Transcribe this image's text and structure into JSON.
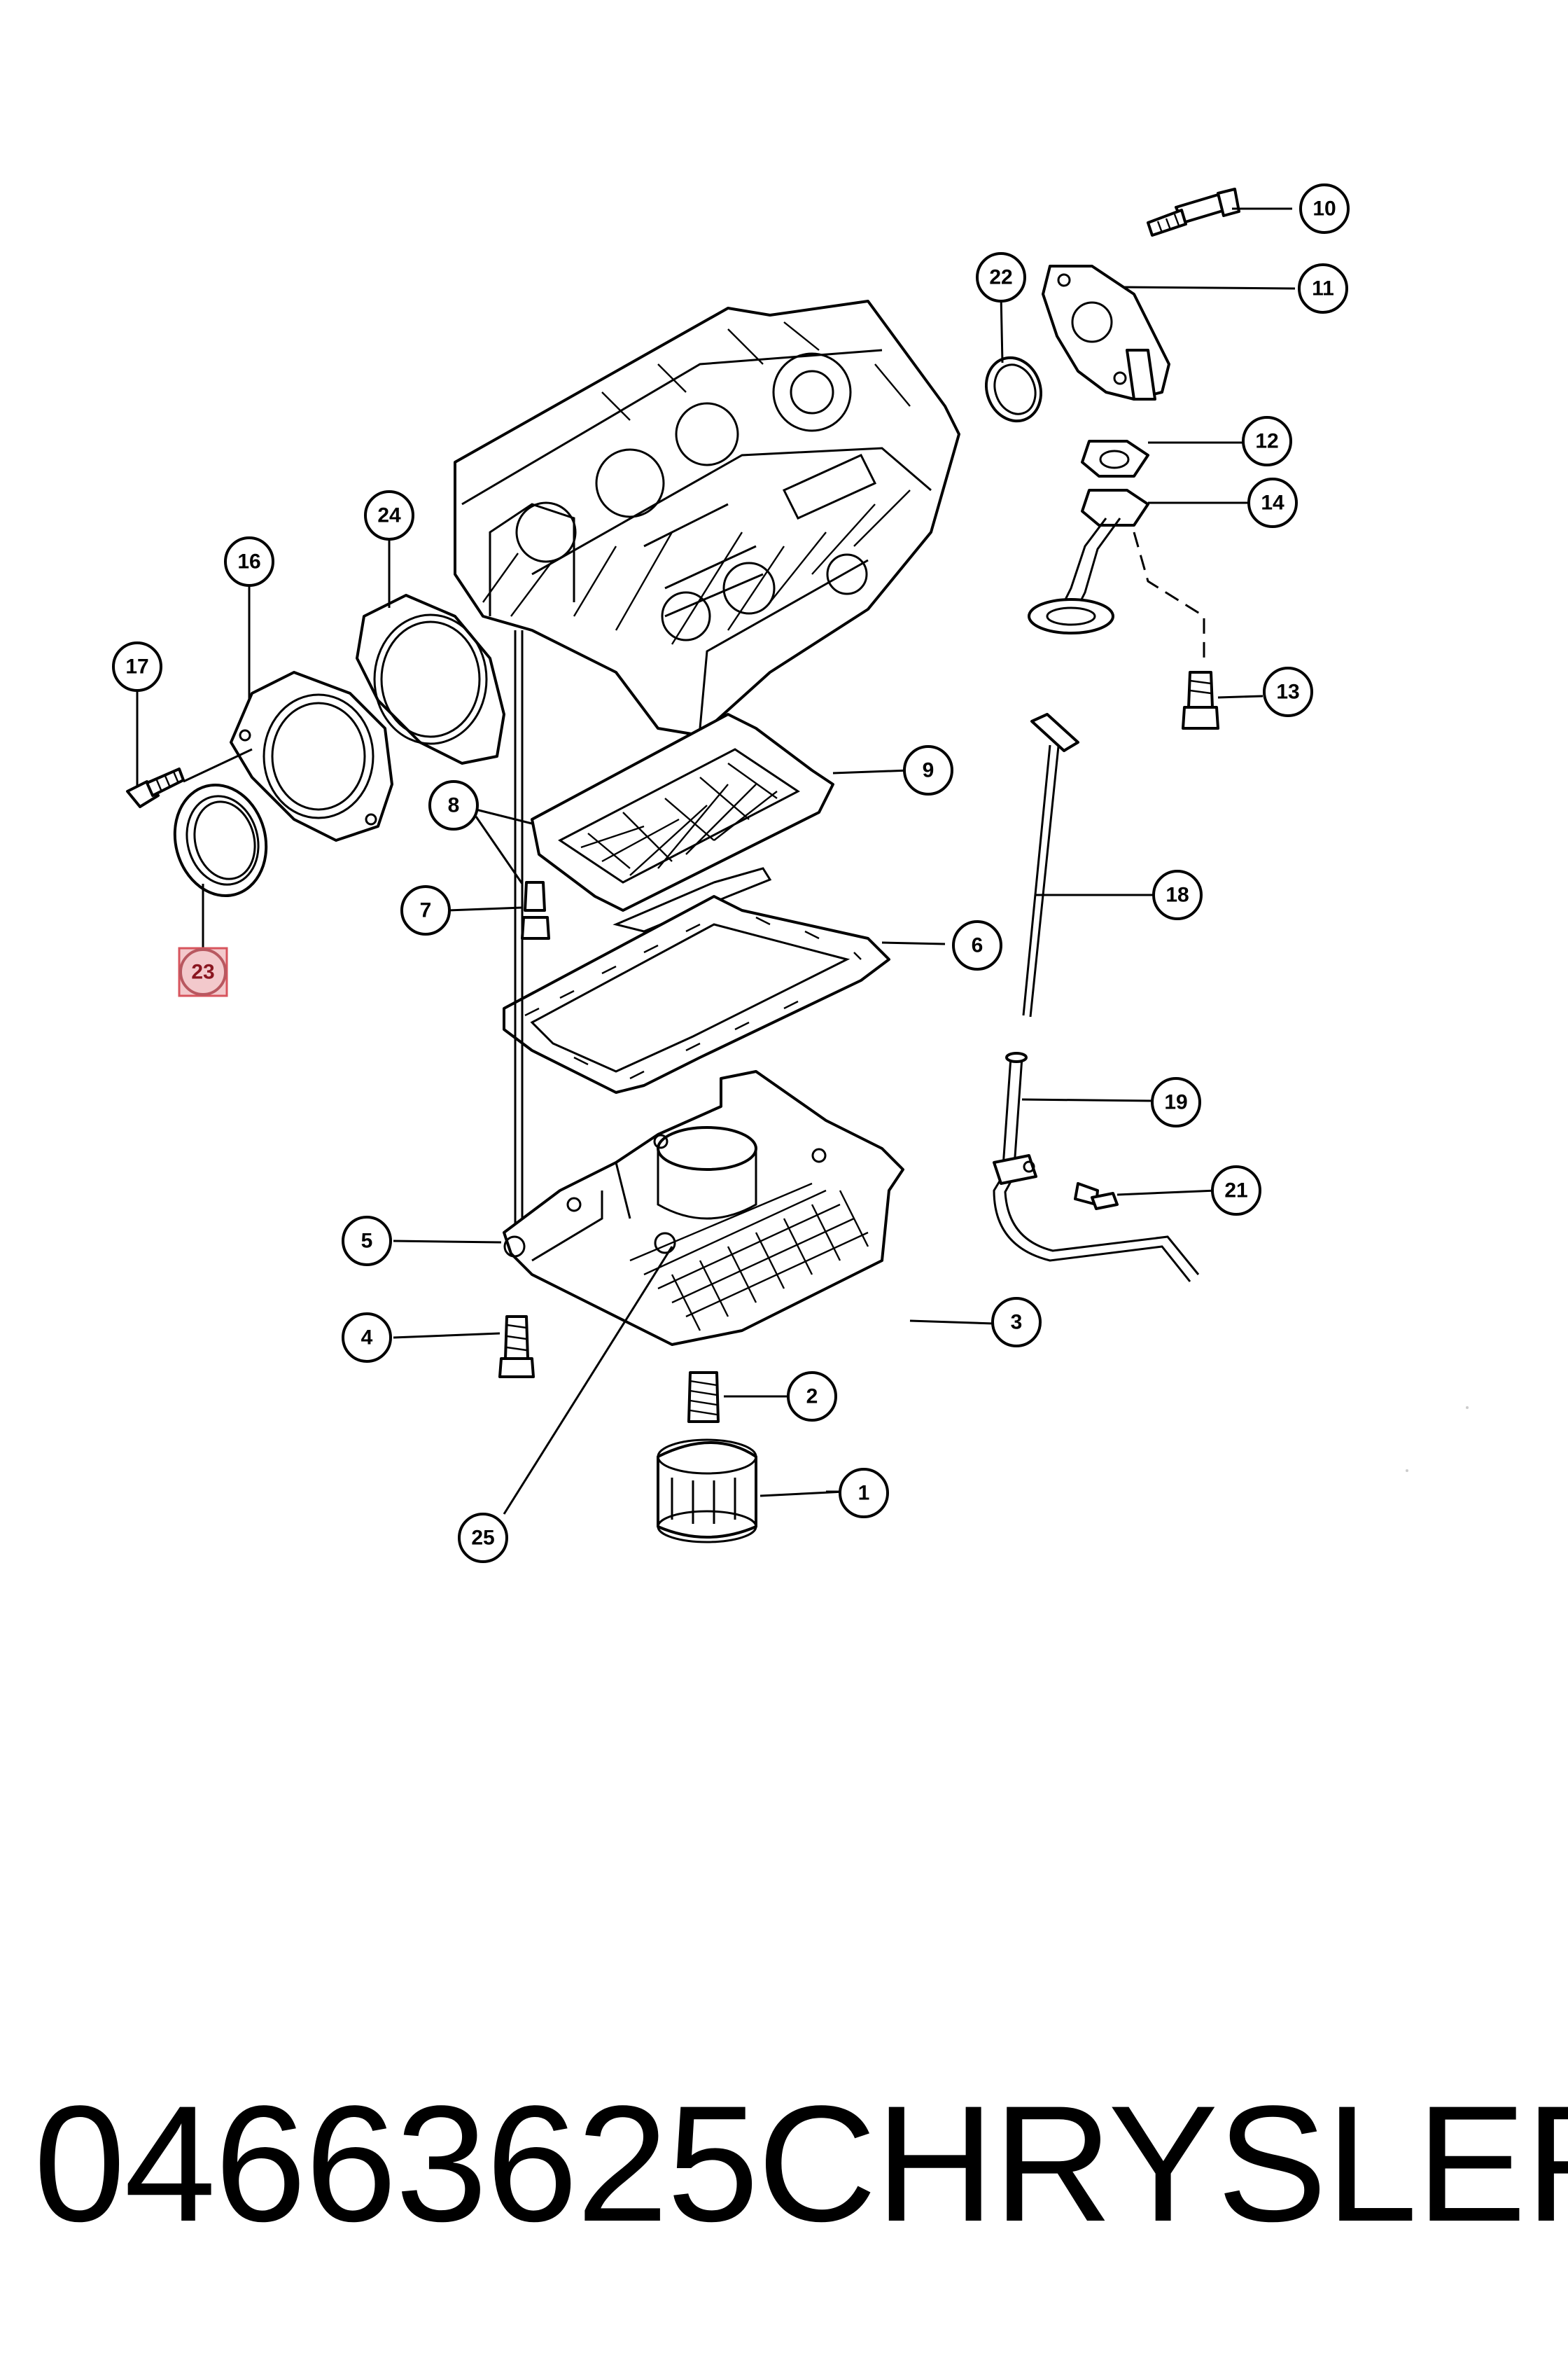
{
  "diagram": {
    "highlighted_callout": "23",
    "callouts": [
      "1",
      "2",
      "3",
      "4",
      "5",
      "6",
      "7",
      "8",
      "9",
      "10",
      "11",
      "12",
      "13",
      "14",
      "16",
      "17",
      "18",
      "19",
      "21",
      "22",
      "23",
      "24",
      "25"
    ]
  },
  "caption": {
    "part_number": "04663625",
    "brand": "CHRYSLER"
  },
  "colors": {
    "highlight_fill": "#f3c9cc",
    "highlight_border": "#d7545d"
  }
}
